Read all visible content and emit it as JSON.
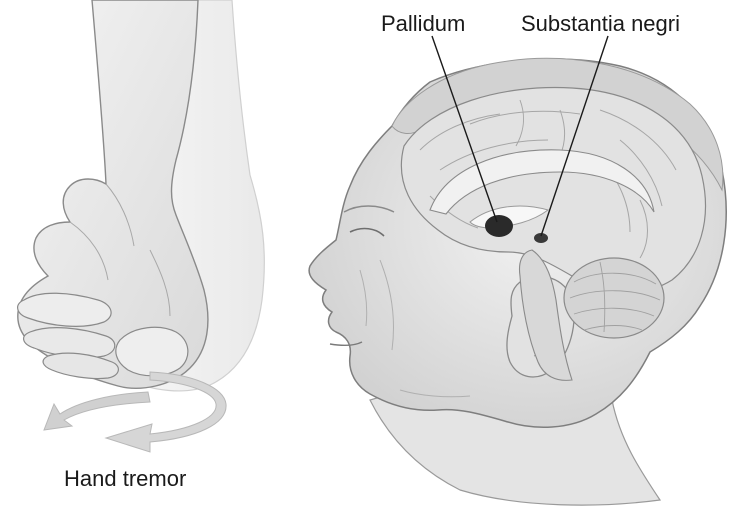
{
  "labels": {
    "pallidum": "Pallidum",
    "substantia": "Substantia negri",
    "hand_tremor": "Hand tremor"
  },
  "colors": {
    "skin": "#ececec",
    "shade": "#d6d6d6",
    "line": "#8a8a8a",
    "brain": "#dedede",
    "nucleus": "#2a2a2a",
    "leader": "#1a1a1a",
    "arrow": "#cfcfcf"
  }
}
